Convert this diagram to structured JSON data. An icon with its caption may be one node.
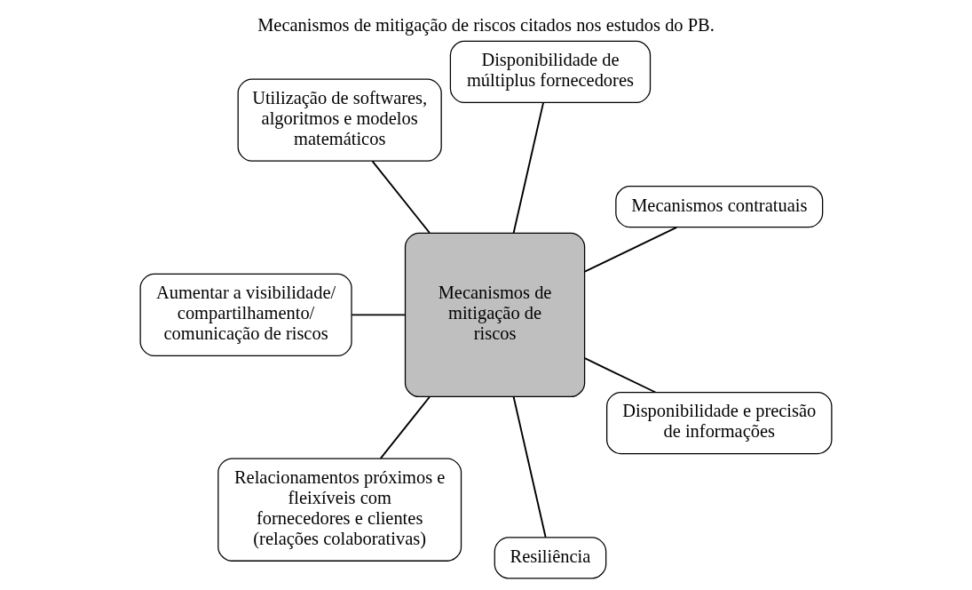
{
  "diagram": {
    "title": "Mecanismos de mitigação de riscos citados nos estudos do PB.",
    "nodes": [
      {
        "text": [
          "Mecanismos de mitigação de riscos"
        ]
      },
      {
        "text": [
          "Mecanismos contratuais"
        ]
      },
      {
        "text": [
          "Disponibilidade de múltiplus fornecedores"
        ]
      },
      {
        "text": [
          "Utilização de softwares, algoritmos e modelos matemáticos"
        ]
      },
      {
        "text": [
          "Aumentar a visibilidade/ compartilhamento/ comunicação de riscos"
        ]
      },
      {
        "text": [
          "Relacionamentos próximos e fleixíveis com fornecedores e clientes (relações colaborativas)"
        ]
      },
      {
        "text": [
          "Resiliência"
        ]
      },
      {
        "text": [
          "Disponibilidade e precisão de informações"
        ]
      }
    ],
    "edges": [
      {
        "from": 0,
        "to": 1,
        "arrow": "none"
      },
      {
        "from": 0,
        "to": 2,
        "arrow": "none"
      },
      {
        "from": 0,
        "to": 3,
        "arrow": "none"
      },
      {
        "from": 0,
        "to": 5,
        "arrow": "none"
      },
      {
        "from": 0,
        "to": 7,
        "arrow": "none"
      },
      {
        "from": 0,
        "to": 6,
        "arrow": "none"
      },
      {
        "from": 0,
        "to": 4,
        "arrow": "none"
      }
    ]
  }
}
